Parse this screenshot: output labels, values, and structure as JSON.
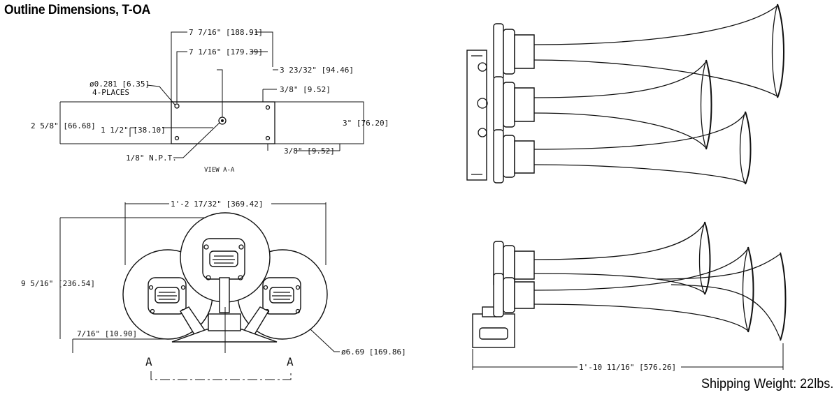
{
  "title": "Outline Dimensions, T-OA",
  "shipping_weight": "Shipping Weight: 22lbs.",
  "view_a": {
    "dim_top_1": "7 7/16\" [188.91]",
    "dim_top_2": "7 1/16\" [179.39]",
    "dim_right_1": "3 23/32\" [94.46]",
    "dim_right_2": "3/8\" [9.52]",
    "hole_dia": "ø0.281 [6.35]",
    "hole_count": "4-PLACES",
    "dim_height": "2 5/8\" [66.68]",
    "dim_port": "1 1/2\" [38.10]",
    "dim_3in": "3\" [76.20]",
    "dim_right_3": "3/8\" [9.52]",
    "npt": "1/8\" N.P.T.",
    "view_label": "VIEW A-A"
  },
  "front_view": {
    "dim_width": "1'-2 17/32\" [369.42]",
    "dim_height": "9 5/16\" [236.54]",
    "dim_offset": "7/16\" [10.90]",
    "bell_dia": "ø6.69 [169.86]",
    "section_mark_left": "A",
    "section_mark_right": "A"
  },
  "side_view": {
    "dim_length": "1'-10 11/16\" [576.26]"
  }
}
